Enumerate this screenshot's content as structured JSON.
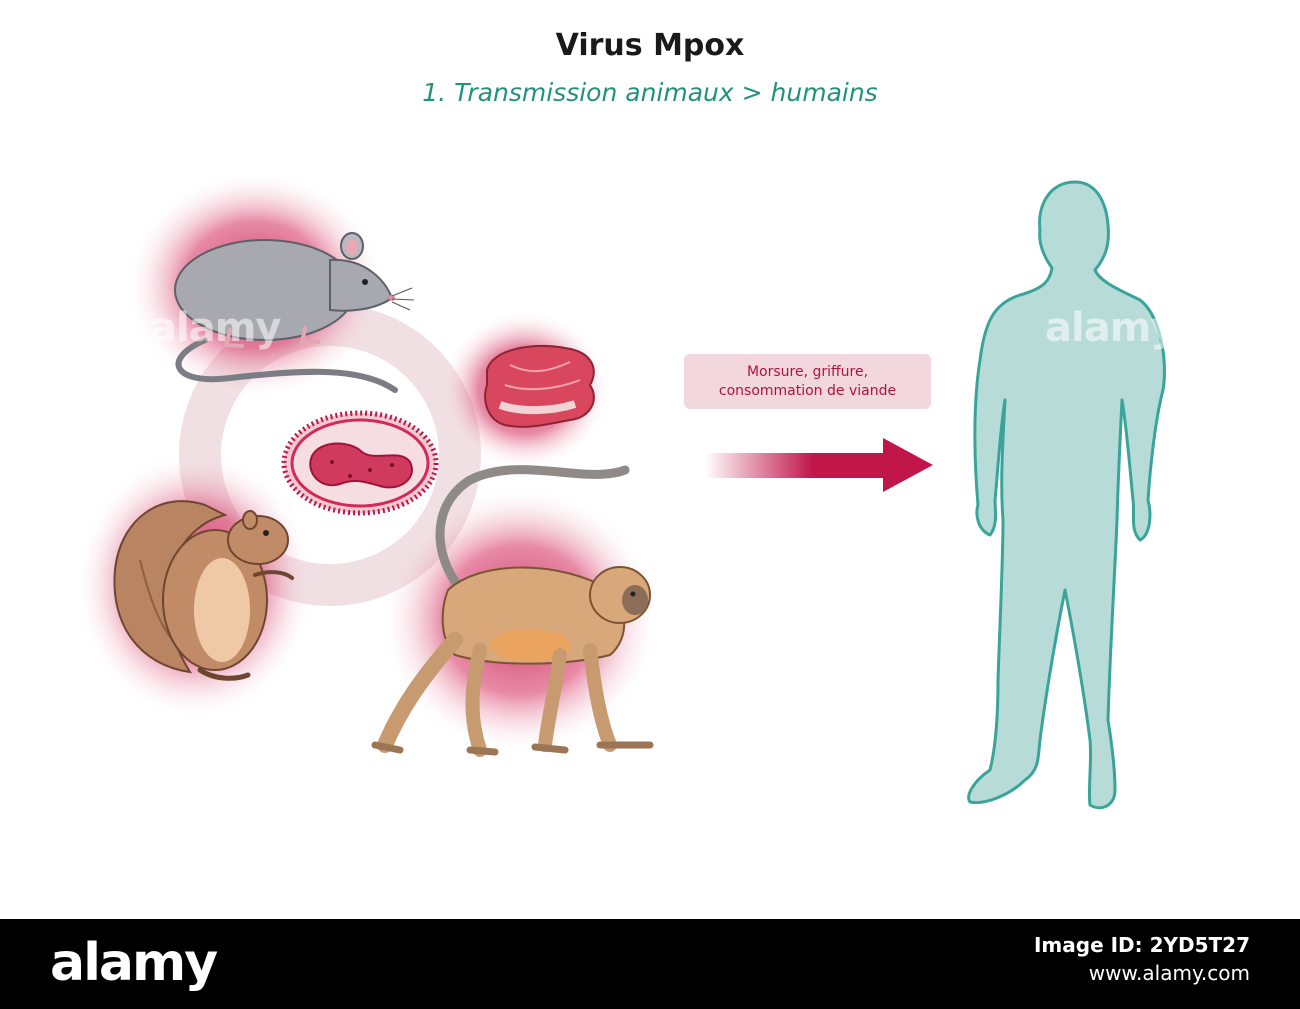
{
  "header": {
    "title": "Virus Mpox",
    "subtitle": "1. Transmission animaux > humains"
  },
  "arrow_label": {
    "line1": "Morsure, griffure,",
    "line2": "consommation de viande"
  },
  "watermark": "alamy",
  "footer": {
    "logo": "alamy",
    "image_id": "Image ID: 2YD5T27",
    "url": "www.alamy.com"
  },
  "colors": {
    "title": "#1a1a1a",
    "subtitle": "#22917e",
    "accent": "#c0164a",
    "label_bg": "#f2d7dd",
    "human_fill": "#b7dcd8",
    "human_stroke": "#3aa49a"
  },
  "icons": [
    "rat-icon",
    "meat-icon",
    "virus-icon",
    "squirrel-icon",
    "monkey-icon",
    "human-silhouette-icon",
    "transmission-arrow-icon"
  ]
}
